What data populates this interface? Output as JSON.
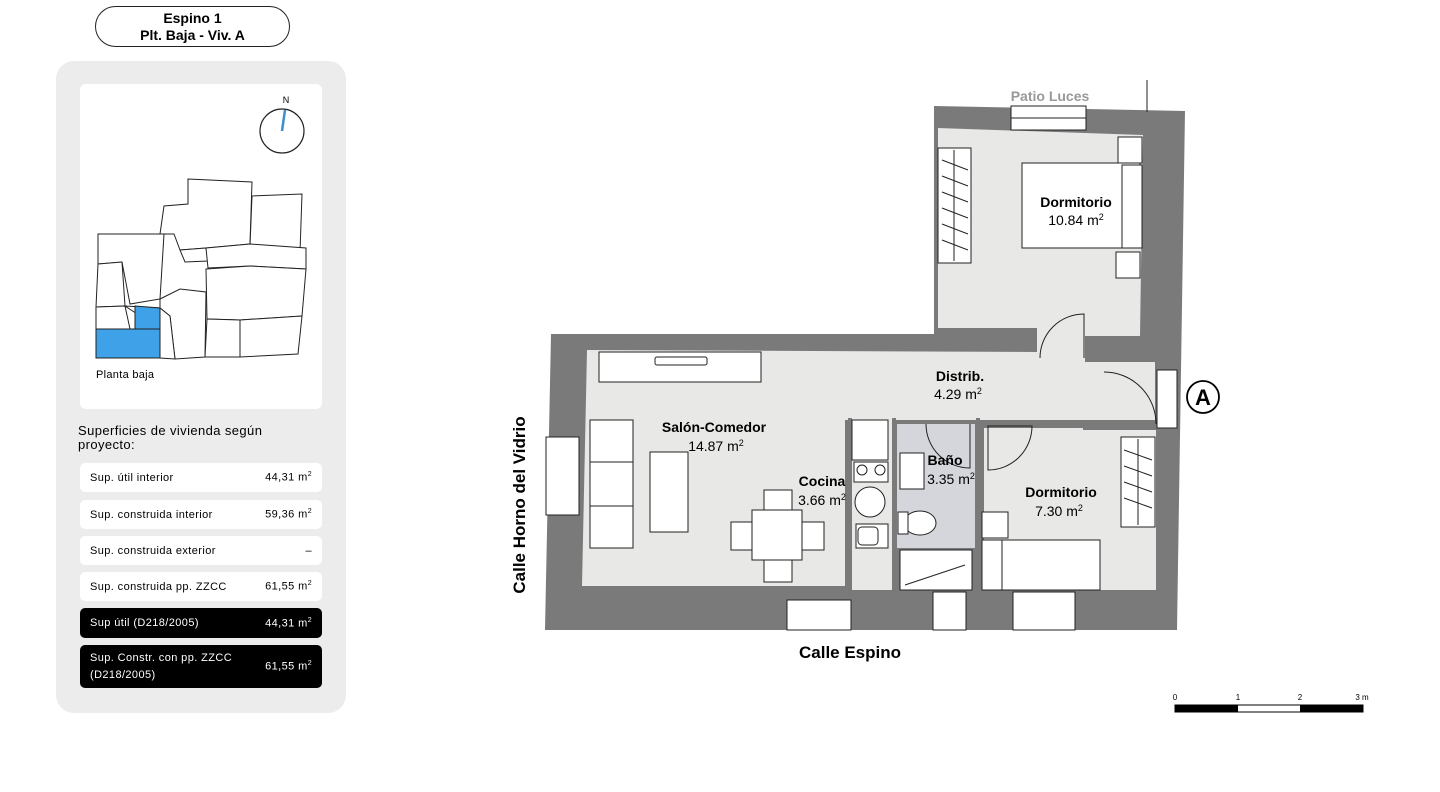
{
  "header": {
    "line1": "Espino 1",
    "line2": "Plt. Baja - Viv. A"
  },
  "keymap": {
    "caption": "Planta baja",
    "north": "N",
    "highlight_color": "#3fa2e8"
  },
  "surfaces": {
    "heading": "Superficies de vivienda según proyecto:",
    "unit": "m",
    "rows": [
      {
        "label": "Sup. útil interior",
        "value": "44,31"
      },
      {
        "label": "Sup. construida interior",
        "value": "59,36"
      },
      {
        "label": "Sup. construida exterior",
        "value": "–"
      },
      {
        "label": "Sup. construida pp. ZZCC",
        "value": "61,55"
      },
      {
        "label": "Sup útil (D218/2005)",
        "value": "44,31"
      },
      {
        "label": "Sup. Constr. con pp. ZZCC (D218/2005)",
        "value": "61,55"
      }
    ]
  },
  "plan": {
    "rooms": [
      {
        "name": "Dormitorio",
        "area": "10.84"
      },
      {
        "name": "Distrib.",
        "area": "4.29"
      },
      {
        "name": "Salón-Comedor",
        "area": "14.87"
      },
      {
        "name": "Cocina",
        "area": "3.66"
      },
      {
        "name": "Baño",
        "area": "3.35"
      },
      {
        "name": "Dormitorio",
        "area": "7.30"
      }
    ],
    "area_unit": "m",
    "streets": {
      "bottom": "Calle Espino",
      "left": "Calle Horno del Vidrio",
      "top": "Patio Luces"
    },
    "entrance_marker": "A",
    "scale_labels": [
      "0",
      "1",
      "2",
      "3 m"
    ],
    "colors": {
      "wall": "#7a7a7a",
      "floor": "#e8e8e6",
      "bath_floor": "#d4d6dc"
    }
  }
}
